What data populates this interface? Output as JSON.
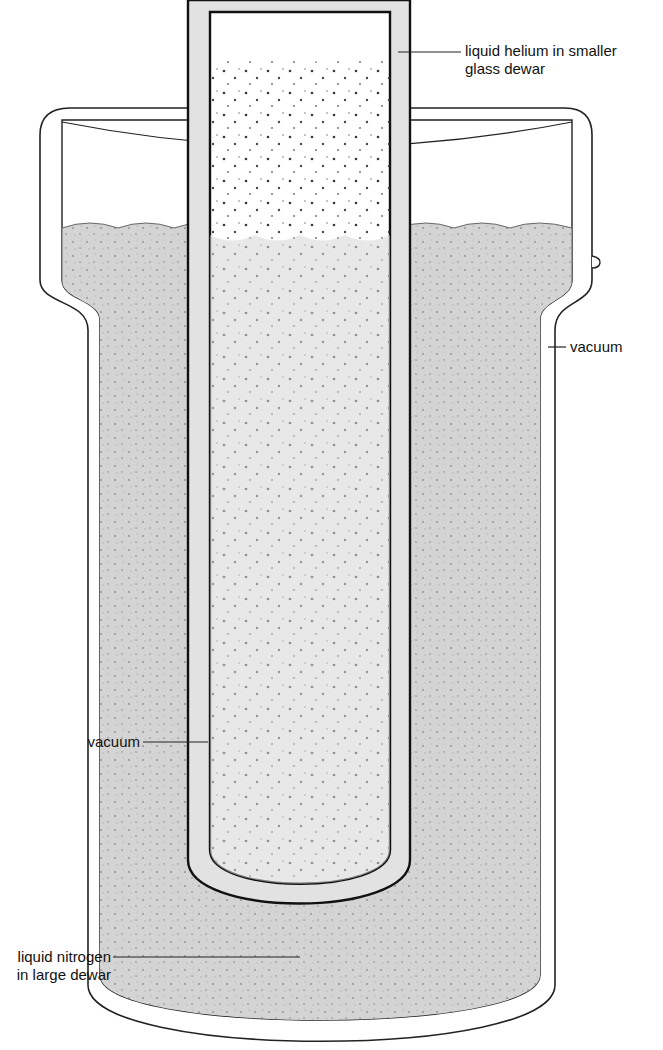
{
  "diagram": {
    "labels": [
      "liquid helium in smaller glass dewar",
      "vacuum",
      "vacuum",
      "liquid nitrogen in large dewar"
    ]
  }
}
